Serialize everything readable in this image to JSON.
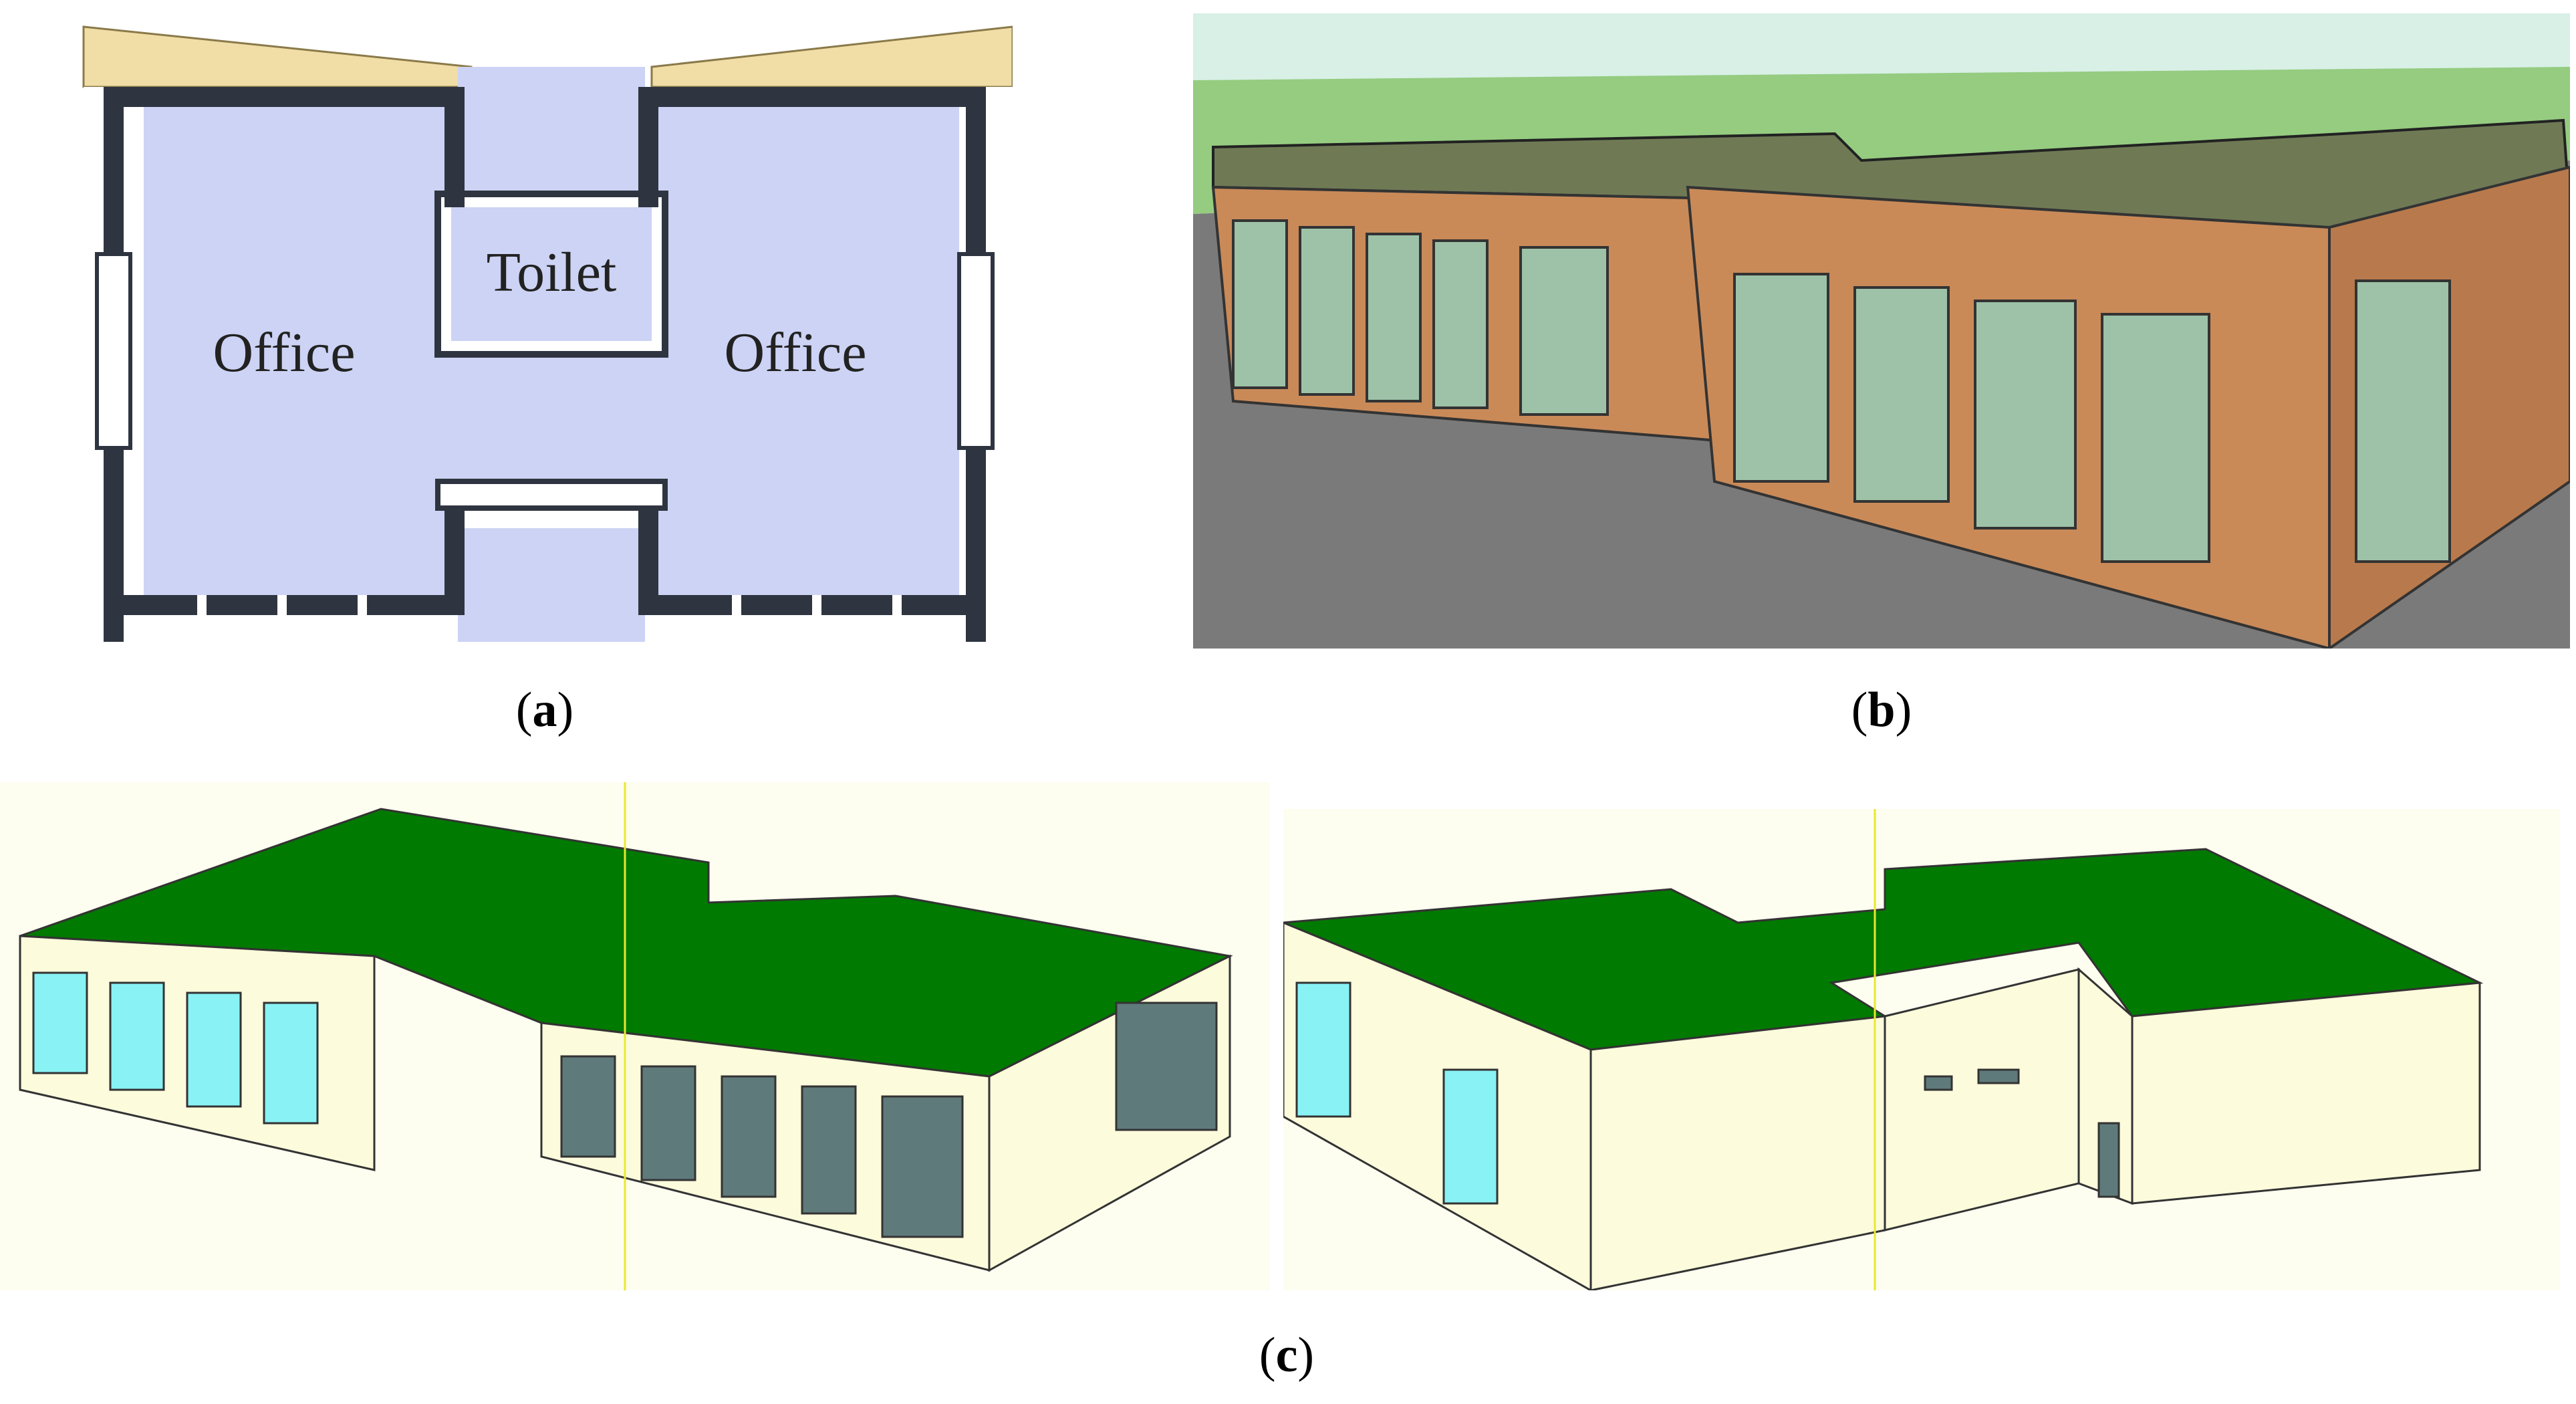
{
  "panels": {
    "a": {
      "rooms": {
        "toilet": "Toilet",
        "office_left": "Office",
        "office_right": "Office"
      },
      "caption_letter": "a"
    },
    "b": {
      "caption_letter": "b"
    },
    "c": {
      "caption_letter": "c"
    }
  },
  "colors": {
    "floor": "#ccd3f4",
    "wall_dark": "#2f3540",
    "roof_green": "#007a00",
    "wall_cream": "#fcfbdc",
    "glass_cyan": "#88f2f4",
    "timber": "#c98a58",
    "sky": "#95cc80"
  }
}
